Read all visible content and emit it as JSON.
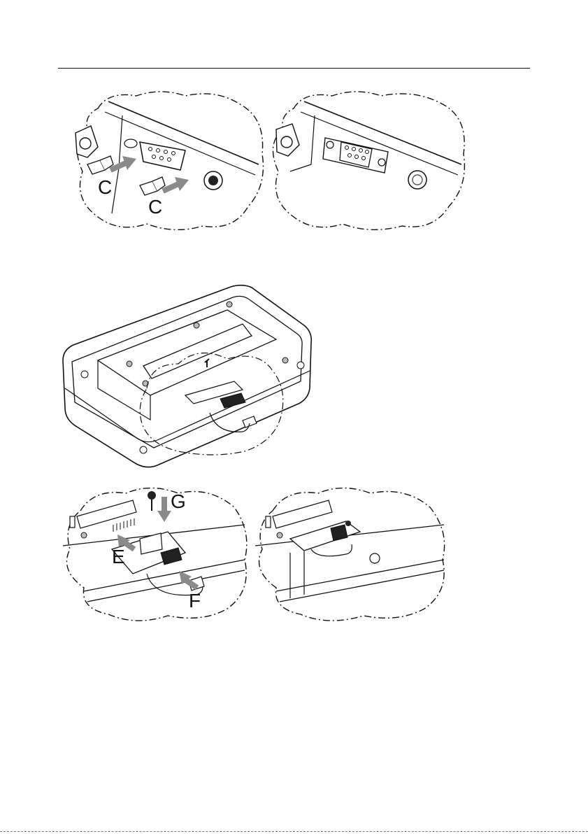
{
  "figures": {
    "fig1": {
      "callout_a": "C",
      "callout_b": "C"
    },
    "fig2": {},
    "fig3": {},
    "fig4": {
      "callout_g": "G",
      "callout_e": "E",
      "callout_f": "F"
    },
    "fig5": {}
  },
  "colors": {
    "line": "#111111",
    "arrow": "#8a8a8a",
    "paper": "#ffffff"
  }
}
